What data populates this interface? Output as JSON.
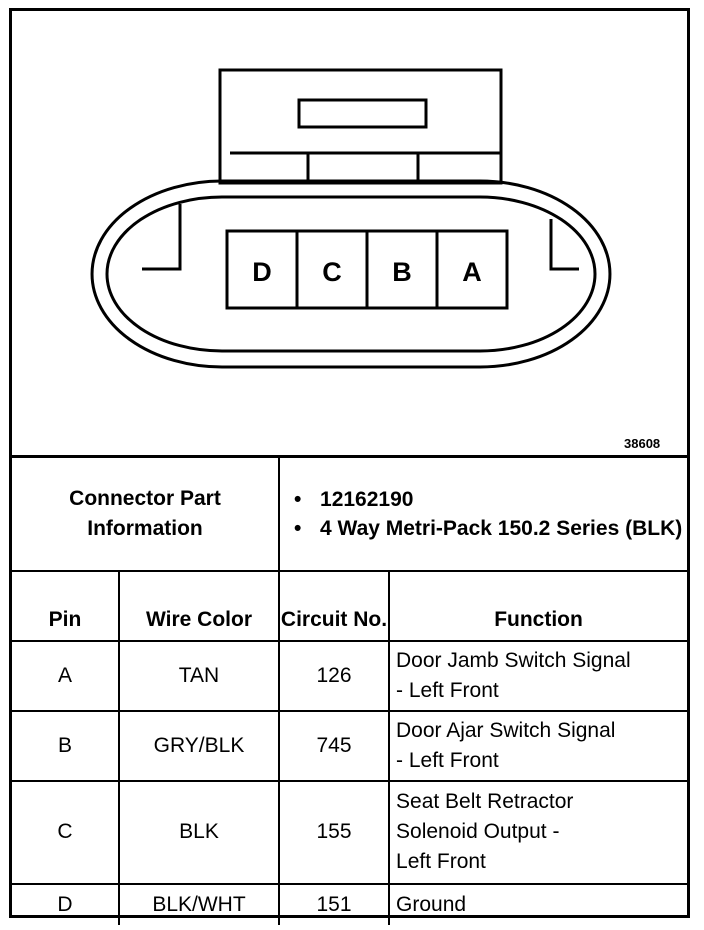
{
  "diagram": {
    "pins": [
      "D",
      "C",
      "B",
      "A"
    ],
    "figure_id": "38608"
  },
  "part_info": {
    "label": "Connector Part Information",
    "items": [
      "12162190",
      "4 Way Metri-Pack 150.2 Series (BLK)"
    ]
  },
  "columns": {
    "pin": "Pin",
    "wire_color": "Wire Color",
    "circuit": "Circuit No.",
    "function": "Function"
  },
  "rows": [
    {
      "pin": "A",
      "wire_color": "TAN",
      "circuit": "126",
      "function_lines": [
        "Door Jamb Switch Signal",
        "- Left Front"
      ]
    },
    {
      "pin": "B",
      "wire_color": "GRY/BLK",
      "circuit": "745",
      "function_lines": [
        "Door Ajar Switch Signal",
        "- Left Front"
      ]
    },
    {
      "pin": "C",
      "wire_color": "BLK",
      "circuit": "155",
      "function_lines": [
        "Seat Belt Retractor",
        "Solenoid Output -",
        "Left Front"
      ]
    },
    {
      "pin": "D",
      "wire_color": "BLK/WHT",
      "circuit": "151",
      "function_lines": [
        "Ground"
      ]
    }
  ]
}
